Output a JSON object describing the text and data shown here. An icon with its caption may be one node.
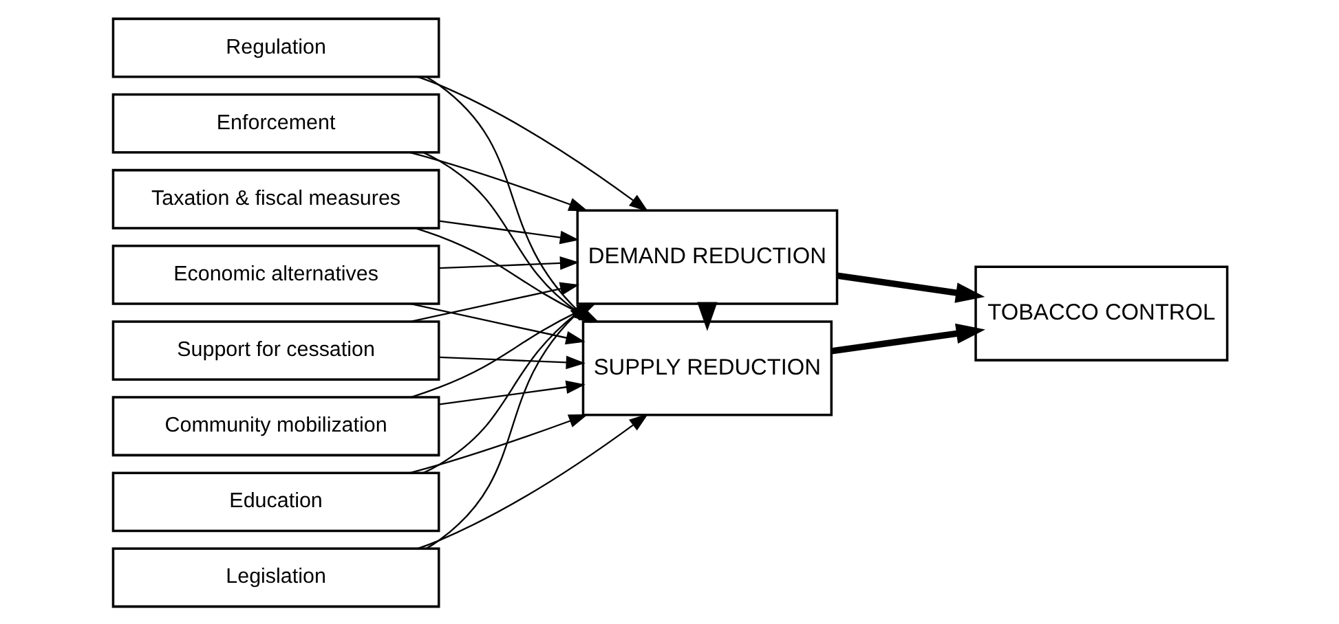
{
  "diagram": {
    "nodes": [
      {
        "text": [
          "Education"
        ]
      },
      {
        "text": [
          "Legislation"
        ]
      },
      {
        "text": [
          "Regulation"
        ]
      },
      {
        "text": [
          "Enforcement"
        ]
      },
      {
        "text": [
          "Taxation & fiscal measures"
        ]
      },
      {
        "text": [
          "Economic alternatives"
        ]
      },
      {
        "text": [
          "Support for cessation"
        ]
      },
      {
        "text": [
          "Community mobilization"
        ]
      },
      {
        "text": [
          "DEMAND REDUCTION"
        ]
      },
      {
        "text": [
          "SUPPLY REDUCTION"
        ]
      },
      {
        "text": [
          "TOBACCO CONTROL"
        ]
      }
    ],
    "edges": [
      {
        "from": 0,
        "to": 8,
        "arrow": "to"
      },
      {
        "from": 1,
        "to": 8,
        "arrow": "to"
      },
      {
        "from": 2,
        "to": 8,
        "arrow": "to"
      },
      {
        "from": 3,
        "to": 8,
        "arrow": "to"
      },
      {
        "from": 4,
        "to": 8,
        "arrow": "to"
      },
      {
        "from": 5,
        "to": 8,
        "arrow": "to"
      },
      {
        "from": 6,
        "to": 8,
        "arrow": "to"
      },
      {
        "from": 7,
        "to": 8,
        "arrow": "to"
      },
      {
        "from": 0,
        "to": 9,
        "arrow": "to"
      },
      {
        "from": 1,
        "to": 9,
        "arrow": "to"
      },
      {
        "from": 2,
        "to": 9,
        "arrow": "to"
      },
      {
        "from": 3,
        "to": 9,
        "arrow": "to"
      },
      {
        "from": 4,
        "to": 9,
        "arrow": "to"
      },
      {
        "from": 5,
        "to": 9,
        "arrow": "to"
      },
      {
        "from": 6,
        "to": 9,
        "arrow": "to"
      },
      {
        "from": 7,
        "to": 9,
        "arrow": "to"
      },
      {
        "from": 8,
        "to": 9,
        "arrow": "to",
        "style": "thick"
      },
      {
        "from": 8,
        "to": 10,
        "arrow": "to",
        "style": "thick"
      },
      {
        "from": 9,
        "to": 10,
        "arrow": "to",
        "style": "thick"
      }
    ]
  }
}
